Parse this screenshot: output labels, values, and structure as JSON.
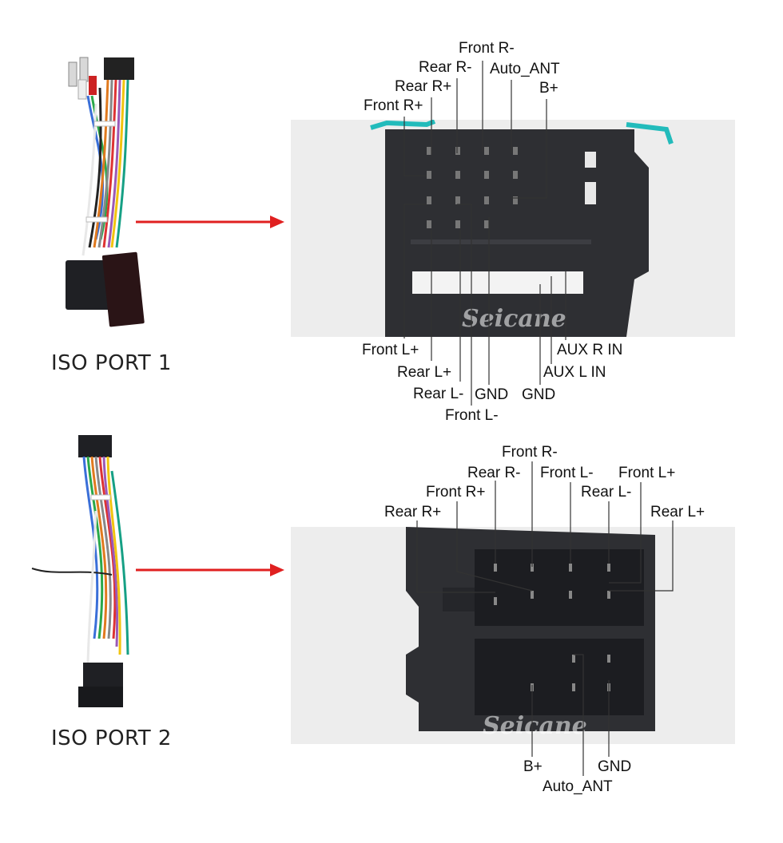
{
  "port1": {
    "title": "ISO PORT 1",
    "pins_top": [
      "Front R-",
      "Rear R-",
      "Auto_ANT",
      "Rear R+",
      "B+",
      "Front R+"
    ],
    "pins_bottom": [
      "Front L+",
      "AUX R IN",
      "Rear L+",
      "AUX L IN",
      "Rear L-",
      "GND",
      "GND",
      "Front L-"
    ]
  },
  "port2": {
    "title": "ISO PORT 2",
    "pins_top": [
      "Front R-",
      "Rear R-",
      "Front L-",
      "Front L+",
      "Front R+",
      "Rear L-",
      "Rear R+",
      "Rear L+"
    ],
    "pins_bottom": [
      "GND",
      "B+",
      "Auto_ANT"
    ]
  },
  "watermark": "Seicane",
  "colors": {
    "arrow": "#e02020",
    "connector": "#2e2f33",
    "leader": "#333333"
  }
}
